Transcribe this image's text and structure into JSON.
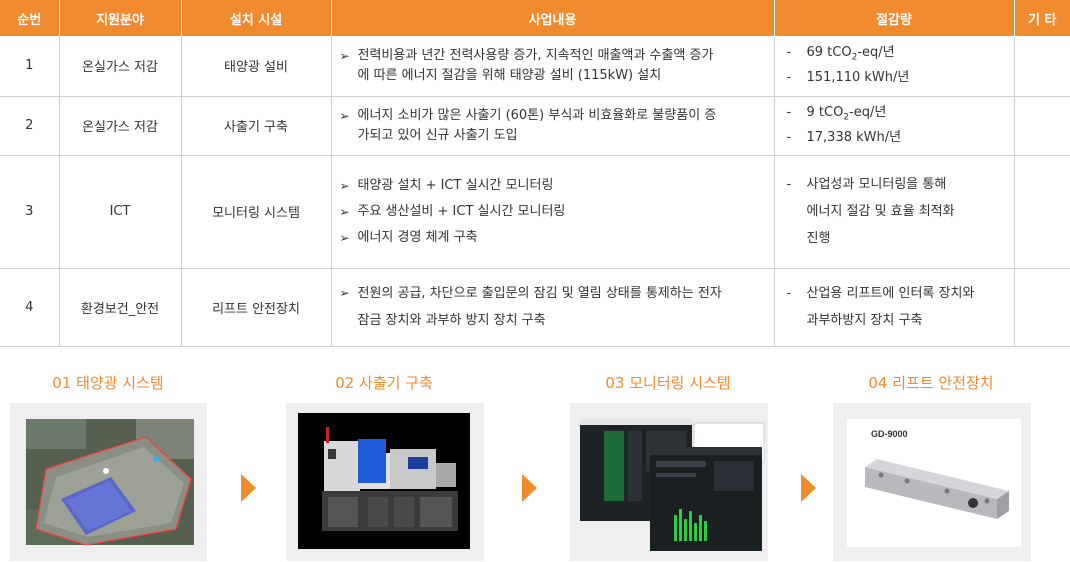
{
  "table": {
    "headers": [
      "순번",
      "지원분야",
      "설치 시설",
      "사업내용",
      "절감량",
      "기 타"
    ],
    "rows": [
      {
        "no": "1",
        "field": "온실가스 저감",
        "facility": "태양광 설비",
        "content": [
          "전력비용과 년간 전력사용량 증가, 지속적인 매출액과 수출액 증가",
          "에 따른 에너지 절감을 위해 태양광 설비 (115kW) 설치"
        ],
        "savings": [
          {
            "marker": "-",
            "pre": "69 tCO",
            "sub": "2",
            "post": "-eq/년"
          },
          {
            "marker": "-",
            "text": "151,110 kWh/년"
          }
        ],
        "etc": ""
      },
      {
        "no": "2",
        "field": "온실가스 저감",
        "facility": "사출기 구축",
        "content": [
          "에너지 소비가 많은 사출기 (60톤) 부식과 비효율화로 불량품이 증",
          "가되고 있어 신규 사출기 도입"
        ],
        "savings": [
          {
            "marker": "-",
            "pre": "9 tCO",
            "sub": "2",
            "post": "-eq/년"
          },
          {
            "marker": "-",
            "text": "17,338 kWh/년"
          }
        ],
        "etc": ""
      },
      {
        "no": "3",
        "field": "ICT",
        "facility": "모니터링 시스템",
        "content": [
          "태양광 설치 + ICT 실시간 모니터링",
          "주요 생산설비 + ICT 실시간 모니터링",
          "에너지 경영 체계 구축"
        ],
        "savings": {
          "marker": "-",
          "lines": [
            "사업성과 모니터링을 통해",
            "에너지 절감 및 효율 최적화",
            "진행"
          ]
        },
        "etc": ""
      },
      {
        "no": "4",
        "field": "환경보건_안전",
        "facility": "리프트 안전장치",
        "content": [
          "전원의 공급, 차단으로 출입문의 잠김 및 열림 상태를 통제하는 전자",
          "잠금 장치와 과부하 방지 장치 구축"
        ],
        "savings": {
          "marker": "-",
          "lines": [
            "산업용 리프트에 인터록 장치와",
            "과부하방지 장치 구축"
          ]
        },
        "etc": ""
      }
    ],
    "bullet_marker": "➢"
  },
  "gallery": {
    "items": [
      {
        "title": "01 태양광 시스템",
        "icon": "solar-aerial-photo"
      },
      {
        "title": "02 사출기 구축",
        "icon": "injection-machine-photo"
      },
      {
        "title": "03 모니터링 시스템",
        "icon": "monitoring-screens-photo"
      },
      {
        "title": "04 리프트 안전장치",
        "icon": "lift-lock-photo",
        "product_label": "GD-9000"
      }
    ]
  },
  "colors": {
    "accent": "#f08a2e",
    "border": "#cfcfcf",
    "text": "#333333"
  }
}
